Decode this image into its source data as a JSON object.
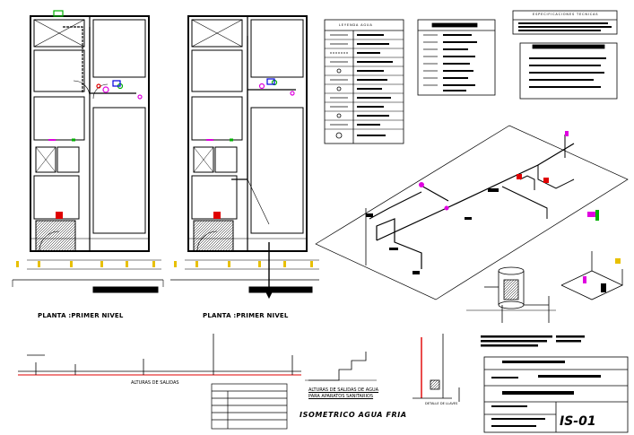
{
  "sheet": {
    "plan_left_title": "PLANTA :PRIMER NIVEL",
    "plan_right_title": "PLANTA :PRIMER NIVEL",
    "legend_title": "LEYENDA AGUA",
    "specs_title": "ESPECIFICACIONES TECNICAS",
    "isometric_title": "ISOMETRICO AGUA FRIA",
    "alturas_salidas": "ALTURAS DE SALIDAS",
    "alturas_aparatos_line1": "ALTURAS DE SALIDAS DE AGUA",
    "alturas_aparatos_line2": "PARA APARATOS SANITARIOS",
    "detalle_label": "DETALLE DE LLAVES",
    "sheet_number": "IS-01"
  },
  "colors": {
    "line": "#000000",
    "red": "#e00000",
    "magenta": "#e000e0",
    "yellow": "#e8c000",
    "green": "#00b000",
    "blue": "#0000e0",
    "cyan": "#00b0c0"
  },
  "icons": [
    "compass-icon",
    "toilet-icon",
    "stair-icon",
    "tank-icon",
    "valve-icon"
  ]
}
